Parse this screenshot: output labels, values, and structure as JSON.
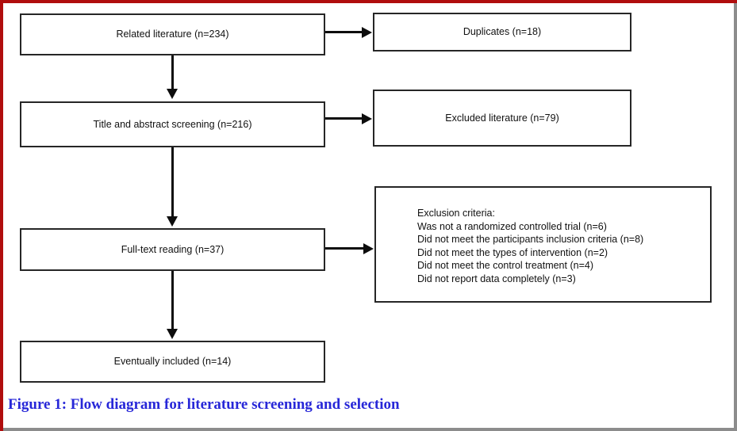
{
  "figure": {
    "caption": "Figure 1: Flow diagram for literature screening and selection",
    "border_color": "#b00d0d",
    "caption_color": "#2727d8",
    "shadow_color": "#8c8c8c"
  },
  "flow": {
    "main_nodes": [
      {
        "id": "related",
        "label": "Related literature (n=234)"
      },
      {
        "id": "screening",
        "label": "Title and abstract screening (n=216)"
      },
      {
        "id": "fulltext",
        "label": "Full-text reading (n=37)"
      },
      {
        "id": "included",
        "label": "Eventually included (n=14)"
      }
    ],
    "side_nodes": [
      {
        "id": "duplicates",
        "label": "Duplicates (n=18)"
      },
      {
        "id": "excluded",
        "label": "Excluded literature (n=79)"
      }
    ],
    "criteria_box": {
      "heading": "Exclusion criteria:",
      "items": [
        "Was not a randomized controlled trial (n=6)",
        "Did not meet the participants inclusion criteria (n=8)",
        "Did not meet the types of intervention (n=2)",
        "Did not meet the control treatment (n=4)",
        "Did not report data completely (n=3)"
      ],
      "text": "Exclusion criteria:\nWas not a randomized controlled trial (n=6)\nDid not meet the participants inclusion criteria (n=8)\nDid not meet the types of intervention (n=2)\nDid not meet the control treatment (n=4)\nDid not report data completely (n=3)"
    }
  },
  "chart_data": {
    "type": "diagram",
    "title": "Figure 1: Flow diagram for literature screening and selection",
    "nodes": [
      {
        "name": "Related literature",
        "n": 234
      },
      {
        "name": "Duplicates",
        "n": 18
      },
      {
        "name": "Title and abstract screening",
        "n": 216
      },
      {
        "name": "Excluded literature",
        "n": 79
      },
      {
        "name": "Full-text reading",
        "n": 37
      },
      {
        "name": "Eventually included",
        "n": 14
      }
    ],
    "exclusion_criteria": [
      {
        "reason": "Was not a randomized controlled trial",
        "n": 6
      },
      {
        "reason": "Did not meet the participants inclusion criteria",
        "n": 8
      },
      {
        "reason": "Did not meet the types of intervention",
        "n": 2
      },
      {
        "reason": "Did not meet the control treatment",
        "n": 4
      },
      {
        "reason": "Did not report data completely",
        "n": 3
      }
    ],
    "edges": [
      {
        "from": "Related literature",
        "to": "Duplicates"
      },
      {
        "from": "Related literature",
        "to": "Title and abstract screening"
      },
      {
        "from": "Title and abstract screening",
        "to": "Excluded literature"
      },
      {
        "from": "Title and abstract screening",
        "to": "Full-text reading"
      },
      {
        "from": "Full-text reading",
        "to": "Exclusion criteria"
      },
      {
        "from": "Full-text reading",
        "to": "Eventually included"
      }
    ]
  }
}
